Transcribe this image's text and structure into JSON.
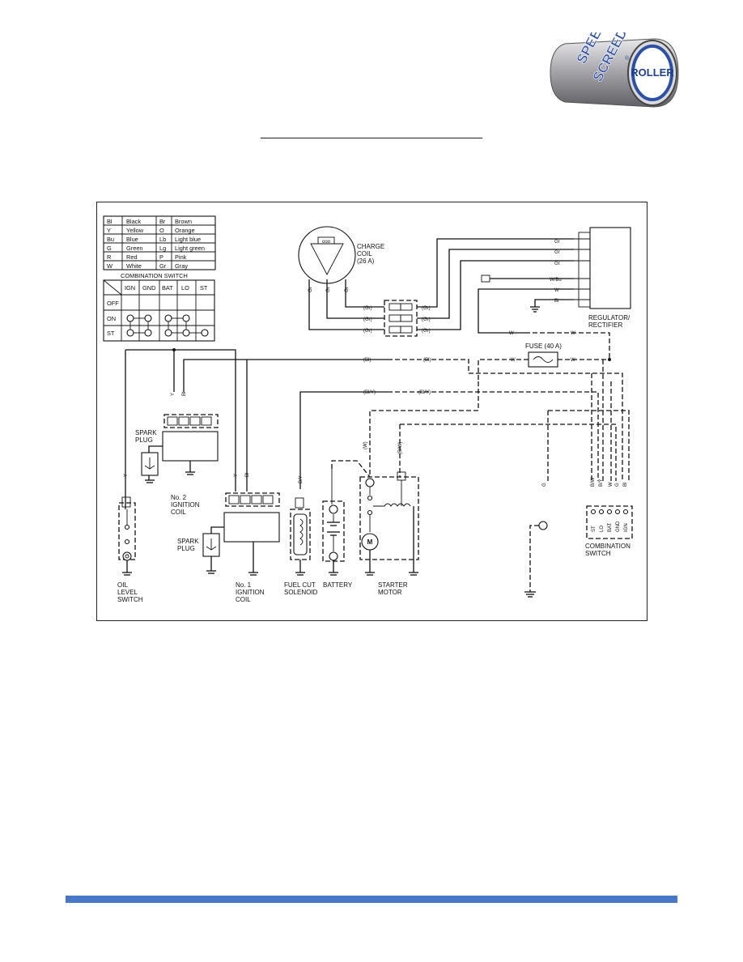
{
  "logo": {
    "brand_line1": "SPEED",
    "brand_line2": "SCREED",
    "badge": "ROLLER",
    "registered": "®"
  },
  "colors": {
    "footer_bar": "#4a78c8",
    "logo_silver": "#b8b8bc",
    "logo_blue": "#2c4fa8"
  },
  "color_table": {
    "rows": [
      [
        "Bl",
        "Black",
        "Br",
        "Brown"
      ],
      [
        "Y",
        "Yellow",
        "O",
        "Orange"
      ],
      [
        "Bu",
        "Blue",
        "Lb",
        "Light blue"
      ],
      [
        "G",
        "Green",
        "Lg",
        "Light green"
      ],
      [
        "R",
        "Red",
        "P",
        "Pink"
      ],
      [
        "W",
        "White",
        "Gr",
        "Gray"
      ]
    ]
  },
  "combination_switch_table": {
    "title": "COMBINATION SWITCH",
    "columns": [
      "IGN",
      "GND",
      "BAT",
      "LO",
      "ST"
    ],
    "rows": [
      "OFF",
      "ON",
      "ST"
    ]
  },
  "labels": {
    "charge_coil": [
      "CHARGE",
      "COIL",
      "(26 A)"
    ],
    "regulator": [
      "REGULATOR/",
      "RECTIFIER"
    ],
    "fuse": "FUSE (40 A)",
    "spark_plug_2": [
      "SPARK",
      "PLUG"
    ],
    "ignition_coil_2": [
      "No. 2",
      "IGNITION",
      "COIL"
    ],
    "spark_plug_1": [
      "SPARK",
      "PLUG"
    ],
    "ignition_coil_1": [
      "No. 1",
      "IGNITION",
      "COIL"
    ],
    "oil_switch": [
      "OIL",
      "LEVEL",
      "SWITCH"
    ],
    "fuel_cut": [
      "FUEL CUT",
      "SOLENOID"
    ],
    "battery": "BATTERY",
    "starter": [
      "STARTER",
      "MOTOR"
    ],
    "combination_switch": [
      "COMBINATION",
      "SWITCH"
    ],
    "motor_symbol": "M"
  },
  "wire_codes": {
    "gr": "Gr",
    "gr_paren": "(Gr)",
    "wbu": "W/Bu",
    "w": "W",
    "bl": "Bl",
    "bl_paren": "(Bl)",
    "bly_paren": "(Bl/Y)",
    "w_paren": "(W)",
    "bw_paren": "(B/W)",
    "y": "Y",
    "bl_lower": "Bl",
    "by": "B/Y",
    "g": "G",
    "bw": "B/W"
  },
  "switch_terminals": [
    "ST",
    "LO",
    "BAT",
    "GND",
    "IGN"
  ]
}
